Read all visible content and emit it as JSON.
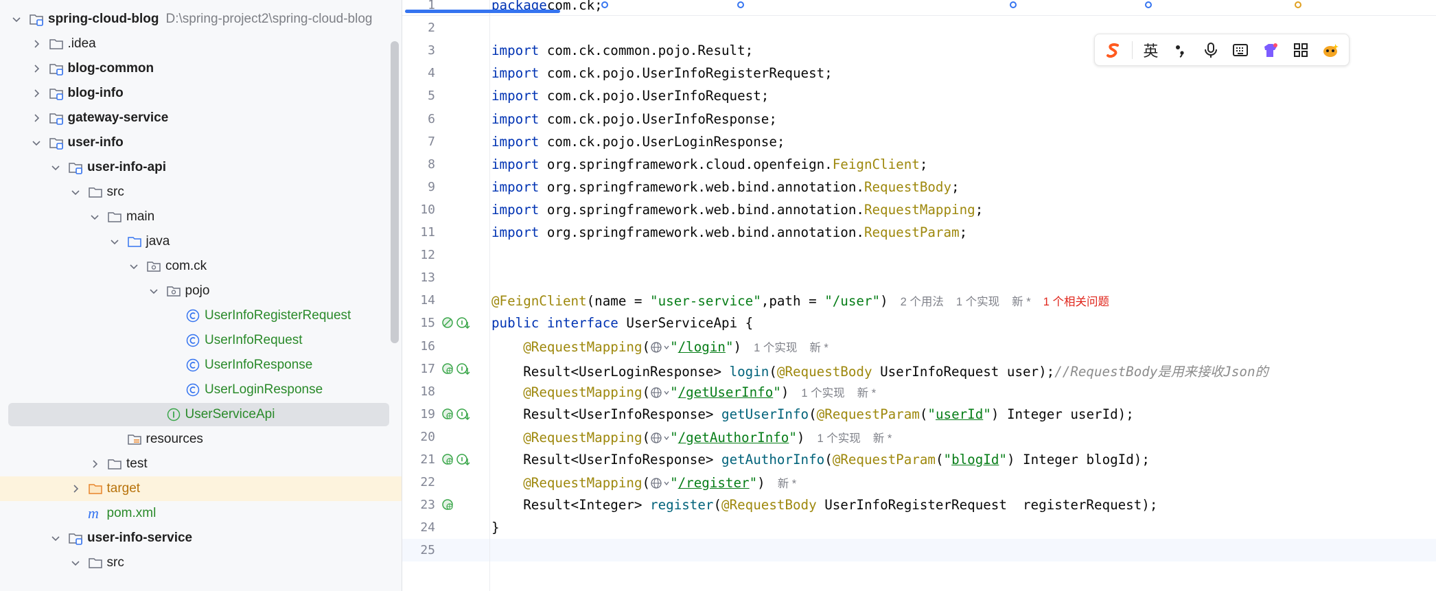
{
  "project_tree": {
    "root": {
      "label": "spring-cloud-blog",
      "path": "D:\\spring-project2\\spring-cloud-blog"
    },
    "items": [
      {
        "label": ".idea"
      },
      {
        "label": "blog-common"
      },
      {
        "label": "blog-info"
      },
      {
        "label": "gateway-service"
      },
      {
        "label": "user-info"
      },
      {
        "label": "user-info-api"
      },
      {
        "label": "src"
      },
      {
        "label": "main"
      },
      {
        "label": "java"
      },
      {
        "label": "com.ck"
      },
      {
        "label": "pojo"
      },
      {
        "label": "UserInfoRegisterRequest"
      },
      {
        "label": "UserInfoRequest"
      },
      {
        "label": "UserInfoResponse"
      },
      {
        "label": "UserLoginResponse"
      },
      {
        "label": "UserServiceApi"
      },
      {
        "label": "resources"
      },
      {
        "label": "test"
      },
      {
        "label": "target"
      },
      {
        "label": "pom.xml"
      },
      {
        "label": "user-info-service"
      },
      {
        "label": "src"
      }
    ]
  },
  "editor": {
    "lines": [
      {
        "n": "1",
        "parts": [
          [
            "kw",
            "package"
          ],
          [
            "",
            "com.ck;"
          ]
        ]
      },
      {
        "n": "2"
      },
      {
        "n": "3",
        "parts": [
          [
            "kw",
            "import"
          ],
          [
            "",
            " com.ck.common.pojo.Result;"
          ]
        ]
      },
      {
        "n": "4",
        "parts": [
          [
            "kw",
            "import"
          ],
          [
            "",
            " com.ck.pojo.UserInfoRegisterRequest;"
          ]
        ]
      },
      {
        "n": "5",
        "parts": [
          [
            "kw",
            "import"
          ],
          [
            "",
            " com.ck.pojo.UserInfoRequest;"
          ]
        ]
      },
      {
        "n": "6",
        "parts": [
          [
            "kw",
            "import"
          ],
          [
            "",
            " com.ck.pojo.UserInfoResponse;"
          ]
        ]
      },
      {
        "n": "7",
        "parts": [
          [
            "kw",
            "import"
          ],
          [
            "",
            " com.ck.pojo.UserLoginResponse;"
          ]
        ]
      },
      {
        "n": "8",
        "parts": [
          [
            "kw",
            "import"
          ],
          [
            "",
            " org.springframework.cloud.openfeign."
          ],
          [
            "ann",
            "FeignClient"
          ],
          [
            "",
            ";"
          ]
        ]
      },
      {
        "n": "9",
        "parts": [
          [
            "kw",
            "import"
          ],
          [
            "",
            " org.springframework.web.bind.annotation."
          ],
          [
            "ann",
            "RequestBody"
          ],
          [
            "",
            ";"
          ]
        ]
      },
      {
        "n": "10",
        "parts": [
          [
            "kw",
            "import"
          ],
          [
            "",
            " org.springframework.web.bind.annotation."
          ],
          [
            "ann",
            "RequestMapping"
          ],
          [
            "",
            ";"
          ]
        ]
      },
      {
        "n": "11",
        "parts": [
          [
            "kw",
            "import"
          ],
          [
            "",
            " org.springframework.web.bind.annotation."
          ],
          [
            "ann",
            "RequestParam"
          ],
          [
            "",
            ";"
          ]
        ]
      },
      {
        "n": "12"
      },
      {
        "n": "13"
      },
      {
        "n": "14",
        "parts": [
          [
            "ann",
            "@FeignClient"
          ],
          [
            "",
            "(name = "
          ],
          [
            "str",
            "\"user-service\""
          ],
          [
            "",
            ",path = "
          ],
          [
            "str",
            "\"/user\""
          ],
          [
            "",
            ")"
          ]
        ],
        "hints": [
          [
            "",
            "2 个用法"
          ],
          [
            "",
            "1 个实现"
          ],
          [
            "",
            "新 *"
          ],
          [
            "red",
            "1 个相关问题"
          ]
        ]
      },
      {
        "n": "15",
        "parts": [
          [
            "kw",
            "public interface"
          ],
          [
            "",
            " UserServiceApi {"
          ]
        ]
      },
      {
        "n": "16",
        "parts": [
          [
            "",
            "    "
          ],
          [
            "ann",
            "@RequestMapping"
          ],
          [
            "",
            "("
          ],
          [
            "globe",
            ""
          ],
          [
            "str",
            "\""
          ],
          [
            "url",
            "/login"
          ],
          [
            "str",
            "\""
          ],
          [
            "",
            ")"
          ]
        ],
        "hints": [
          [
            "",
            "1 个实现"
          ],
          [
            "",
            "新 *"
          ]
        ]
      },
      {
        "n": "17",
        "parts": [
          [
            "",
            "    Result<UserLoginResponse> "
          ],
          [
            "fn",
            "login"
          ],
          [
            "",
            "("
          ],
          [
            "ann",
            "@RequestBody"
          ],
          [
            "",
            " UserInfoRequest user);"
          ],
          [
            "cm",
            "//RequestBody是用来接收Json的"
          ]
        ]
      },
      {
        "n": "18",
        "parts": [
          [
            "",
            "    "
          ],
          [
            "ann",
            "@RequestMapping"
          ],
          [
            "",
            "("
          ],
          [
            "globe",
            ""
          ],
          [
            "str",
            "\""
          ],
          [
            "url",
            "/getUserInfo"
          ],
          [
            "str",
            "\""
          ],
          [
            "",
            ")"
          ]
        ],
        "hints": [
          [
            "",
            "1 个实现"
          ],
          [
            "",
            "新 *"
          ]
        ]
      },
      {
        "n": "19",
        "parts": [
          [
            "",
            "    Result<UserInfoResponse> "
          ],
          [
            "fn",
            "getUserInfo"
          ],
          [
            "",
            "("
          ],
          [
            "ann",
            "@RequestParam"
          ],
          [
            "",
            "("
          ],
          [
            "str",
            "\""
          ],
          [
            "url",
            "userId"
          ],
          [
            "str",
            "\""
          ],
          [
            "",
            ") Integer userId);"
          ]
        ]
      },
      {
        "n": "20",
        "parts": [
          [
            "",
            "    "
          ],
          [
            "ann",
            "@RequestMapping"
          ],
          [
            "",
            "("
          ],
          [
            "globe",
            ""
          ],
          [
            "str",
            "\""
          ],
          [
            "url",
            "/getAuthorInfo"
          ],
          [
            "str",
            "\""
          ],
          [
            "",
            ")"
          ]
        ],
        "hints": [
          [
            "",
            "1 个实现"
          ],
          [
            "",
            "新 *"
          ]
        ]
      },
      {
        "n": "21",
        "parts": [
          [
            "",
            "    Result<UserInfoResponse> "
          ],
          [
            "fn",
            "getAuthorInfo"
          ],
          [
            "",
            "("
          ],
          [
            "ann",
            "@RequestParam"
          ],
          [
            "",
            "("
          ],
          [
            "str",
            "\""
          ],
          [
            "url",
            "blogId"
          ],
          [
            "str",
            "\""
          ],
          [
            "",
            ") Integer blogId);"
          ]
        ]
      },
      {
        "n": "22",
        "parts": [
          [
            "",
            "    "
          ],
          [
            "ann",
            "@RequestMapping"
          ],
          [
            "",
            "("
          ],
          [
            "globe",
            ""
          ],
          [
            "str",
            "\""
          ],
          [
            "url",
            "/register"
          ],
          [
            "str",
            "\""
          ],
          [
            "",
            ")"
          ]
        ],
        "hints": [
          [
            "",
            "新 *"
          ]
        ]
      },
      {
        "n": "23",
        "parts": [
          [
            "",
            "    Result<Integer> "
          ],
          [
            "fn",
            "register"
          ],
          [
            "",
            "("
          ],
          [
            "ann",
            "@RequestBody"
          ],
          [
            "",
            " UserInfoRegisterRequest  registerRequest);"
          ]
        ]
      },
      {
        "n": "24",
        "parts": [
          [
            "",
            "}"
          ]
        ]
      },
      {
        "n": "25"
      }
    ]
  },
  "ime_toolbar": {
    "lang_label": "英",
    "items": [
      "sogou-logo-icon",
      "lang-toggle",
      "punctuation-icon",
      "microphone-icon",
      "keyboard-icon",
      "skin-icon",
      "apps-grid-icon",
      "mascot-icon"
    ]
  },
  "colors": {
    "keyword": "#0033b3",
    "annotation": "#9e880d",
    "string": "#067d17",
    "method": "#00627a",
    "comment": "#8c8c8c",
    "hint_red": "#e0251b",
    "selection": "#dfe1e5",
    "target_row": "#fdf3dd",
    "accent": "#3574f0"
  }
}
